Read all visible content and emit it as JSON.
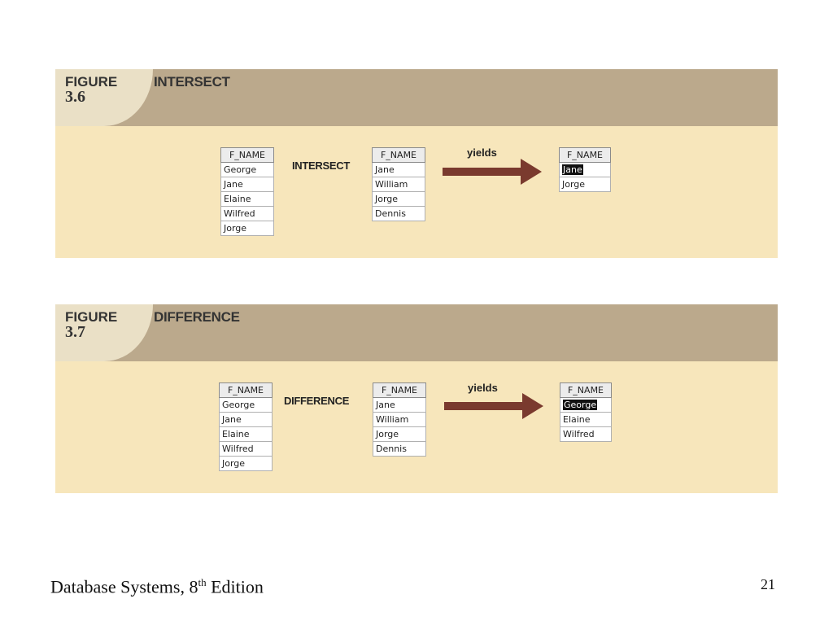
{
  "figures": [
    {
      "label": "FIGURE",
      "number": "3.6",
      "title": "INTERSECT",
      "operator": "INTERSECT",
      "yields": "yields",
      "arrow_color": "#7a3a2e",
      "column_header": "F_NAME",
      "table_a": [
        "George",
        "Jane",
        "Elaine",
        "Wilfred",
        "Jorge"
      ],
      "table_b": [
        "Jane",
        "William",
        "Jorge",
        "Dennis"
      ],
      "result": [
        "Jane",
        "Jorge"
      ]
    },
    {
      "label": "FIGURE",
      "number": "3.7",
      "title": "DIFFERENCE",
      "operator": "DIFFERENCE",
      "yields": "yields",
      "arrow_color": "#7a3a2e",
      "column_header": "F_NAME",
      "table_a": [
        "George",
        "Jane",
        "Elaine",
        "Wilfred",
        "Jorge"
      ],
      "table_b": [
        "Jane",
        "William",
        "Jorge",
        "Dennis"
      ],
      "result": [
        "George",
        "Elaine",
        "Wilfred"
      ]
    }
  ],
  "footer": {
    "book_title": "Database Systems, 8",
    "superscript": "th",
    "edition": " Edition",
    "page_number": "21"
  }
}
